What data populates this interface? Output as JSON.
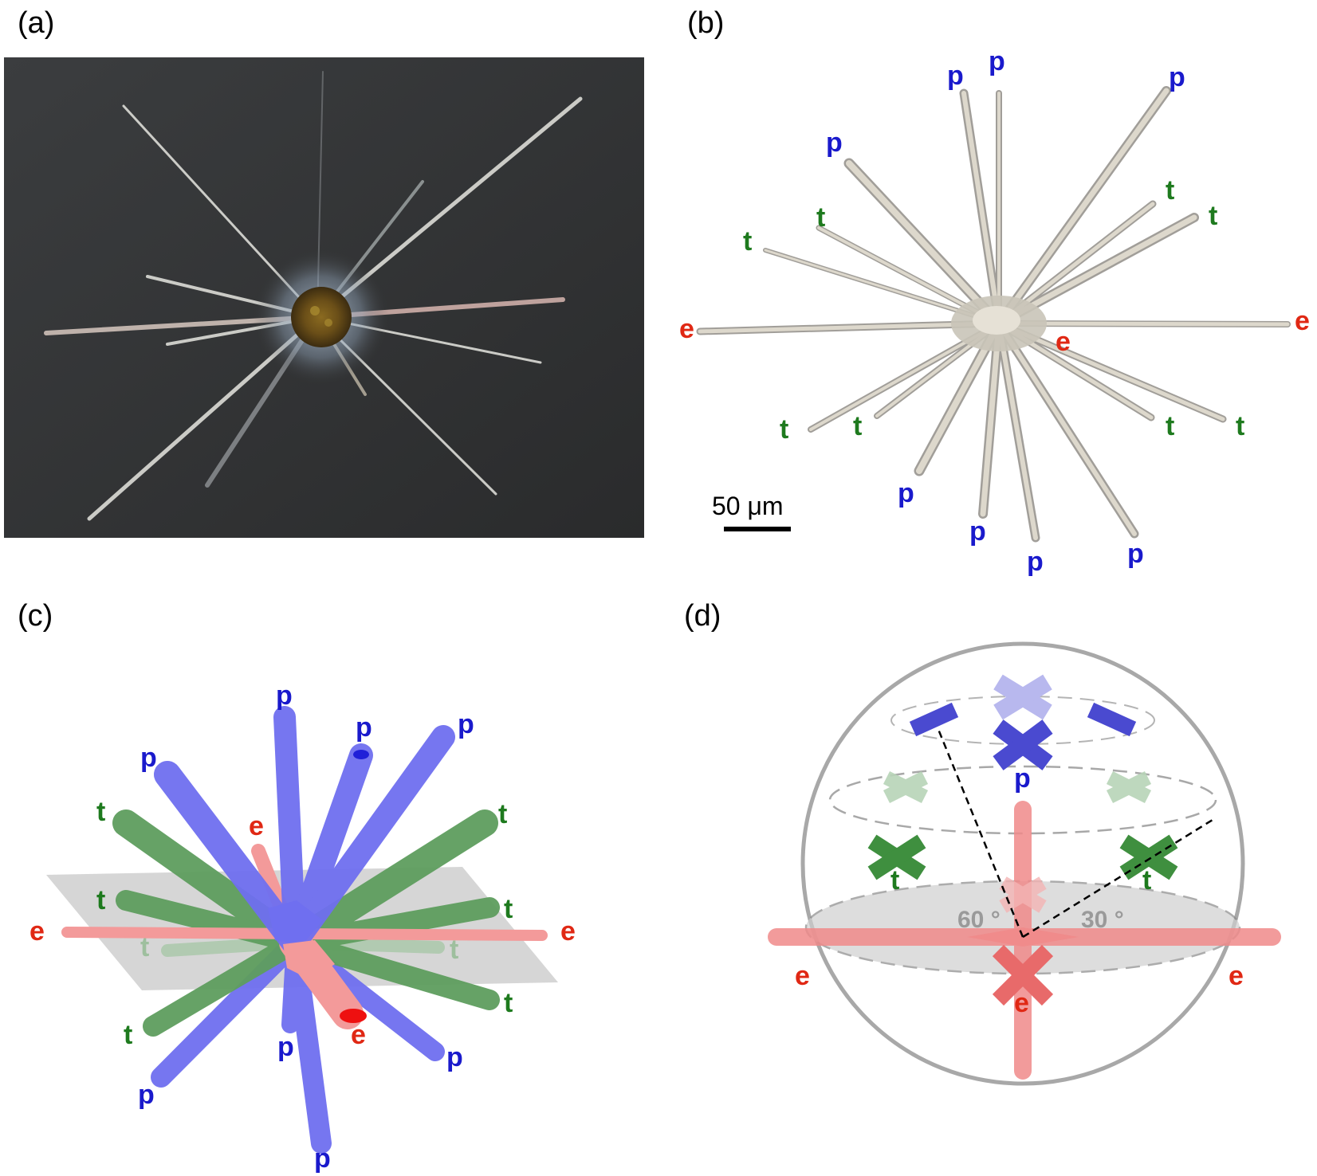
{
  "panels": {
    "a": {
      "label": "(a)"
    },
    "b": {
      "label": "(b)",
      "scale_bar": "50 μm"
    },
    "c": {
      "label": "(c)"
    },
    "d": {
      "label": "(d)",
      "angle_60": "60 °",
      "angle_30": "30 °"
    }
  },
  "spine_labels": {
    "polar": "p",
    "tropical": "t",
    "equatorial": "e"
  },
  "colors": {
    "polar": "#6f6ff0",
    "tropical": "#5e9e5e",
    "equatorial": "#f39a9a",
    "label_p": "#1a1acc",
    "label_t": "#1e7a1e",
    "label_e": "#e02814"
  }
}
